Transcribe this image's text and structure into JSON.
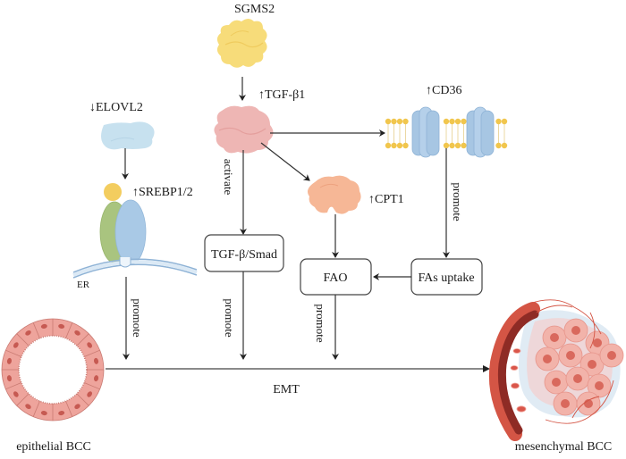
{
  "labels": {
    "sgms2": "SGMS2",
    "tgfb1": "↑TGF-β1",
    "elovl2": "↓ELOVL2",
    "srebp": "↑SREBP1/2",
    "cd36": "↑CD36",
    "cpt1": "↑CPT1",
    "er": "ER",
    "emt": "EMT",
    "epithelial": "epithelial BCC",
    "mesenchymal": "mesenchymal BCC"
  },
  "boxes": {
    "tgf_smad": "TGF-β/Smad",
    "fao": "FAO",
    "fas_uptake": "FAs uptake"
  },
  "edge_labels": {
    "activate": "activate",
    "promote_cd36": "promote",
    "promote_srebp": "promote",
    "promote_smad": "promote",
    "promote_fao": "promote"
  },
  "colors": {
    "sgms2": "#f7dc7a",
    "tgfb1": "#eeb6b4",
    "elovl2": "#c7e1ef",
    "srebp_head": "#f3cd5f",
    "srebp_left": "#a9c47f",
    "srebp_right": "#a9c9e6",
    "cd36_protein": "#a7c6e3",
    "lipid_head": "#f1c64d",
    "cpt1": "#f6b796",
    "cell": "#eea49c",
    "nucleus": "#c65a52",
    "vessel": "#d45545",
    "vessel_inner": "#8e2b25"
  }
}
